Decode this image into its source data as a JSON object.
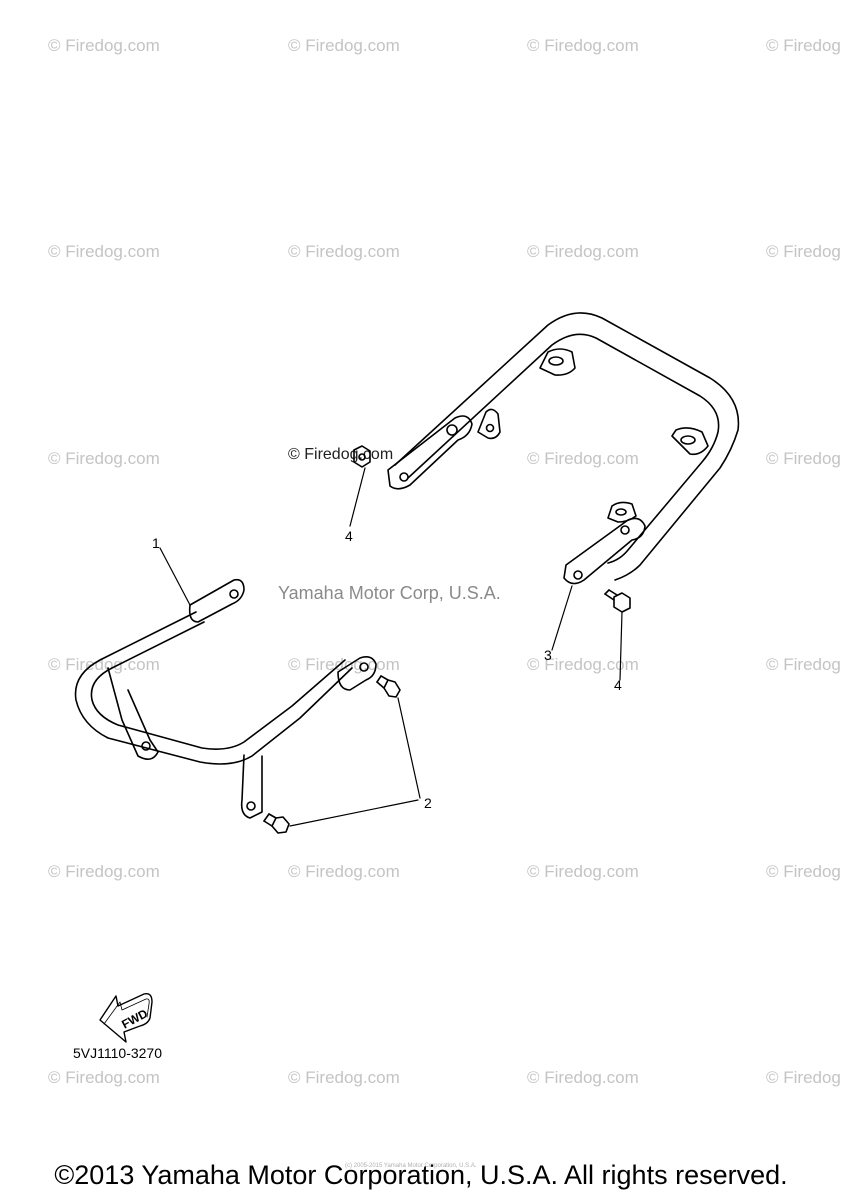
{
  "watermark_text": "© Firedog.com",
  "center_watermark": "Yamaha Motor Corp, U.S.A.",
  "callouts": {
    "c1": "1",
    "c2": "2",
    "c3": "3",
    "c4_top": "4",
    "c4_right": "4"
  },
  "fwd_label": "FWD",
  "part_code": "5VJ1110-3270",
  "tiny_note": "(c) 2005-2015 Yamaha Motor Corporation, U.S.A.",
  "footer": "©2013 Yamaha Motor Corporation, U.S.A. All rights reserved."
}
